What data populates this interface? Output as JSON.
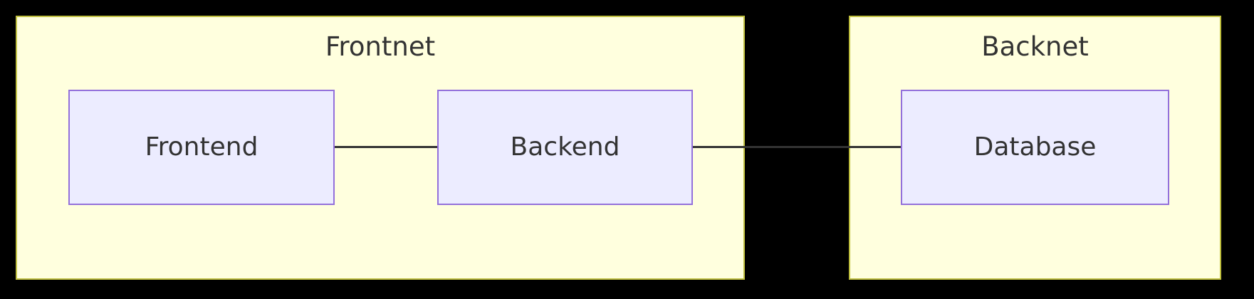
{
  "diagram": {
    "background_color": "#000000",
    "subgraph_fill": "#ffffde",
    "subgraph_border": "#bfbf3f",
    "node_fill": "#ececff",
    "node_border": "#9370db",
    "edge_color": "#333333",
    "text_color": "#333333",
    "subgraphs": [
      {
        "id": "frontnet",
        "title": "Frontnet"
      },
      {
        "id": "backnet",
        "title": "Backnet"
      }
    ],
    "nodes": [
      {
        "id": "frontend",
        "label": "Frontend",
        "parent": "frontnet"
      },
      {
        "id": "backend",
        "label": "Backend",
        "parent": "frontnet"
      },
      {
        "id": "database",
        "label": "Database",
        "parent": "backnet"
      }
    ],
    "edges": [
      {
        "id": "frontend-backend",
        "from": "Frontend",
        "to": "Backend",
        "style": "solid-line"
      },
      {
        "id": "backend-database",
        "from": "Backend",
        "to": "Database",
        "style": "solid-line"
      }
    ]
  }
}
